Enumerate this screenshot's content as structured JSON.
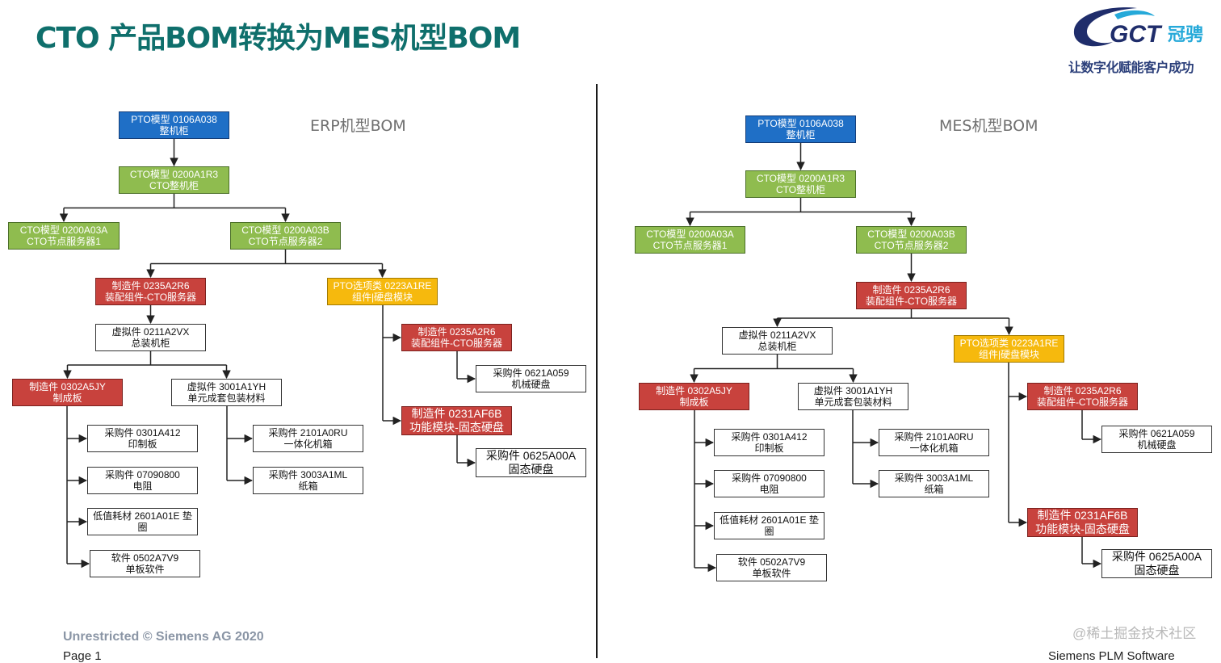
{
  "title": "CTO 产品BOM转换为MES机型BOM",
  "logo": {
    "brand": "GCT冠骋",
    "slogan": "让数字化赋能客户成功"
  },
  "erp": {
    "label": "ERP机型BOM",
    "nodes": {
      "pto": [
        "PTO模型 0106A038",
        "整机柜"
      ],
      "cto_rack": [
        "CTO模型 0200A1R3",
        "CTO整机柜"
      ],
      "cto_node1": [
        "CTO模型 0200A03A",
        "CTO节点服务器1"
      ],
      "cto_node2": [
        "CTO模型 0200A03B",
        "CTO节点服务器2"
      ],
      "mfg_asm": [
        "制造件 0235A2R6",
        "装配组件-CTO服务器"
      ],
      "pto_opt": [
        "PTO选项类 0223A1RE",
        "组件|硬盘模块"
      ],
      "virt_frame": [
        "虚拟件 0211A2VX",
        "总装机柜"
      ],
      "mfg_asm2": [
        "制造件 0235A2R6",
        "装配组件-CTO服务器"
      ],
      "buy_hdd": [
        "采购件 0621A059",
        "机械硬盘"
      ],
      "mfg_board": [
        "制造件 0302A5JY",
        "制成板"
      ],
      "virt_pack": [
        "虚拟件 3001A1YH",
        "单元成套包装材料"
      ],
      "mfg_ssd": [
        "制造件 0231AF6B",
        "功能模块-固态硬盘"
      ],
      "buy_ssd": [
        "采购件 0625A00A",
        "固态硬盘"
      ],
      "buy_pcb": [
        "采购件 0301A412",
        "印制板"
      ],
      "buy_res": [
        "采购件 07090800",
        "电阻"
      ],
      "low_washer": [
        "低值耗材 2601A01E 垫",
        "圈"
      ],
      "soft": [
        "软件 0502A7V9",
        "单板软件"
      ],
      "buy_box": [
        "采购件 2101A0RU",
        "一体化机箱"
      ],
      "buy_carton": [
        "采购件 3003A1ML",
        "纸箱"
      ]
    }
  },
  "mes": {
    "label": "MES机型BOM",
    "nodes": {
      "pto": [
        "PTO模型 0106A038",
        "整机柜"
      ],
      "cto_rack": [
        "CTO模型 0200A1R3",
        "CTO整机柜"
      ],
      "cto_node1": [
        "CTO模型 0200A03A",
        "CTO节点服务器1"
      ],
      "cto_node2": [
        "CTO模型 0200A03B",
        "CTO节点服务器2"
      ],
      "mfg_asm": [
        "制造件 0235A2R6",
        "装配组件-CTO服务器"
      ],
      "virt_frame": [
        "虚拟件 0211A2VX",
        "总装机柜"
      ],
      "pto_opt": [
        "PTO选项类 0223A1RE",
        "组件|硬盘模块"
      ],
      "mfg_board": [
        "制造件 0302A5JY",
        "制成板"
      ],
      "virt_pack": [
        "虚拟件 3001A1YH",
        "单元成套包装材料"
      ],
      "mfg_asm2": [
        "制造件 0235A2R6",
        "装配组件-CTO服务器"
      ],
      "buy_hdd": [
        "采购件 0621A059",
        "机械硬盘"
      ],
      "buy_pcb": [
        "采购件 0301A412",
        "印制板"
      ],
      "buy_res": [
        "采购件 07090800",
        "电阻"
      ],
      "low_washer": [
        "低值耗材 2601A01E 垫",
        "圈"
      ],
      "soft": [
        "软件 0502A7V9",
        "单板软件"
      ],
      "buy_box": [
        "采购件 2101A0RU",
        "一体化机箱"
      ],
      "buy_carton": [
        "采购件 3003A1ML",
        "纸箱"
      ],
      "mfg_ssd": [
        "制造件 0231AF6B",
        "功能模块-固态硬盘"
      ],
      "buy_ssd": [
        "采购件 0625A00A",
        "固态硬盘"
      ]
    }
  },
  "colors": {
    "pto": "#1f6fc6",
    "cto": "#8fbc4f",
    "mfg": "#c8423d",
    "option": "#f6b90d",
    "title": "#0f6f6c"
  },
  "footer": {
    "copyright": "Unrestricted © Siemens AG 2020",
    "page": "Page 1",
    "vendor": "Siemens PLM Software",
    "watermark": "@稀土掘金技术社区"
  }
}
